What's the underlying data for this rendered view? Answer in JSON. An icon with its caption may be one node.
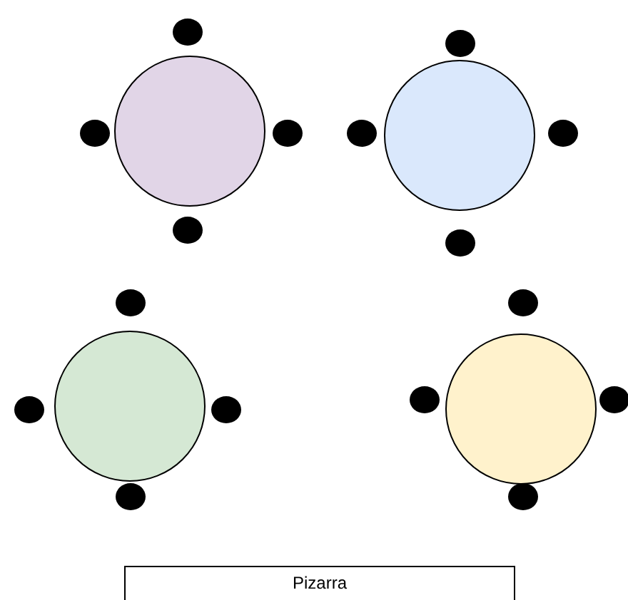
{
  "diagram": {
    "nodes": [
      {
        "text": [],
        "shape": "circle"
      },
      {
        "text": [],
        "shape": "circle"
      },
      {
        "text": [],
        "shape": "circle"
      },
      {
        "text": [],
        "shape": "circle"
      },
      {
        "text": [],
        "shape": "circle"
      },
      {
        "text": [],
        "shape": "circle"
      },
      {
        "text": [],
        "shape": "circle"
      },
      {
        "text": [],
        "shape": "circle"
      },
      {
        "text": [],
        "shape": "circle"
      },
      {
        "text": [],
        "shape": "circle"
      },
      {
        "text": [],
        "shape": "circle"
      },
      {
        "text": [],
        "shape": "circle"
      },
      {
        "text": [],
        "shape": "circle"
      },
      {
        "text": [],
        "shape": "circle"
      },
      {
        "text": [],
        "shape": "circle"
      },
      {
        "text": [],
        "shape": "circle"
      },
      {
        "text": [],
        "shape": "circle"
      },
      {
        "text": [],
        "shape": "circle"
      },
      {
        "text": [],
        "shape": "circle"
      },
      {
        "text": [],
        "shape": "circle"
      },
      {
        "text": [
          "Pizarra"
        ]
      }
    ]
  }
}
